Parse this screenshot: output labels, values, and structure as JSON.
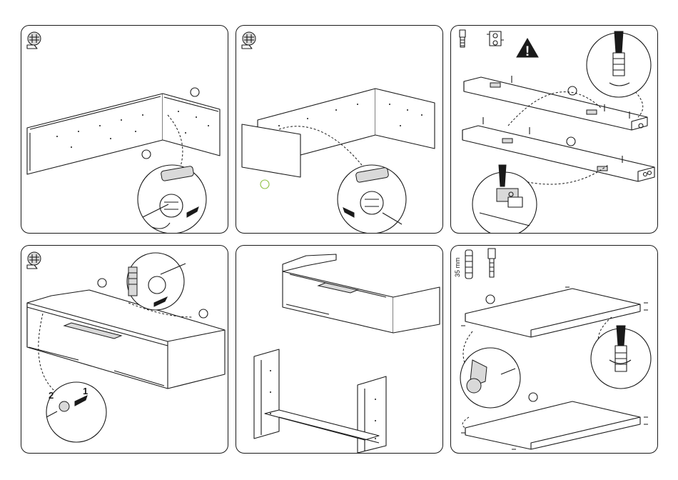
{
  "panels": [
    {
      "id": 1,
      "step_icon": "cam-lock-icon"
    },
    {
      "id": 2,
      "step_icon": "cam-lock-icon"
    },
    {
      "id": 3,
      "step_icons": [
        "dowel-cam-bolt-icon",
        "hinge-plate-icon",
        "warning-icon"
      ],
      "warning_mark": "!"
    },
    {
      "id": 4,
      "step_icon": "cam-lock-icon",
      "sequence_labels": [
        "2",
        "1"
      ]
    },
    {
      "id": 5
    },
    {
      "id": 6,
      "step_icons": [
        "dowel-icon",
        "cam-bolt-icon"
      ],
      "dimension_label": "35 mm"
    }
  ],
  "colors": {
    "line": "#1a1a1a",
    "highlight_circle": "#8cbf3f",
    "fill": "#ffffff",
    "shade": "#d9d9d9"
  }
}
